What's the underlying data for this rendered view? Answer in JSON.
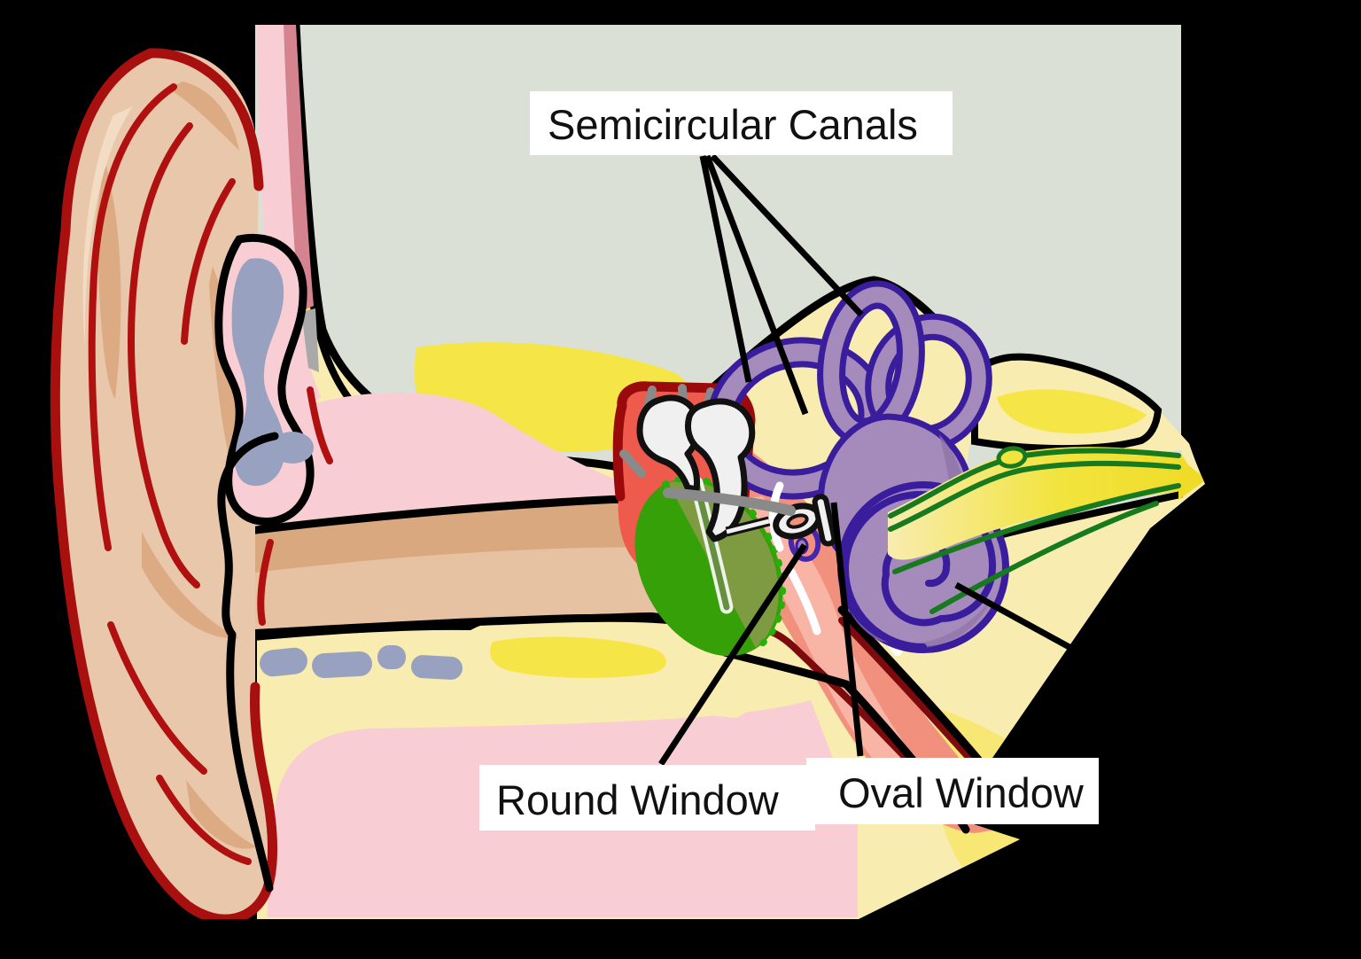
{
  "figure": {
    "subject": "Anatomy of the human ear, cross-section diagram",
    "highlighted_structure": "tympanic membrane (eardrum) shown in green",
    "labels": [
      {
        "id": "semicircular-canals",
        "text": "Semicircular Canals",
        "leader_count": 3
      },
      {
        "id": "round-window",
        "text": "Round Window",
        "leader_count": 1
      },
      {
        "id": "oval-window",
        "text": "Oval Window",
        "leader_count": 1
      }
    ],
    "colors": {
      "background": "#000000",
      "cranial_area": "#dbe0d7",
      "bone_pale": "#f8ecb0",
      "bone_bright": "#f6e546",
      "skin_pink": "#f9cdd4",
      "scalp_stripe": "#d4838f",
      "pinna_tan": "#e9c7ab",
      "pinna_shade": "#dcab83",
      "pinna_highlight": "#f2dcc4",
      "pinna_outline_red": "#a80f0f",
      "contour_red": "#b01010",
      "canal_wall_tan": "#d9a87e",
      "canal_inner_tan": "#e6c2a2",
      "cartilage_blue_gray": "#99a1c0",
      "middle_ear_salmon": "#f2907e",
      "middle_ear_salmon_light": "#f8b5a6",
      "recess_red": "#ee5a4c",
      "dark_red": "#7d0b0d",
      "recess_border_red": "#9a0a0a",
      "membrane_green": "#35a008",
      "membrane_olive": "#7f9b41",
      "membrane_dot_green": "#28b00a",
      "inner_ear_purple": "#a58abc",
      "inner_ear_shade": "#8e74a6",
      "inner_ear_outline": "#3a1d9c",
      "nerve_green": "#177a1e",
      "nerve_yellow": "#f2e43e",
      "ossicle_white": "#f0f0f0",
      "ligament_gray": "#8a8a8a",
      "label_bg": "#ffffff",
      "label_text": "#111111",
      "leader_black": "#000000"
    }
  }
}
